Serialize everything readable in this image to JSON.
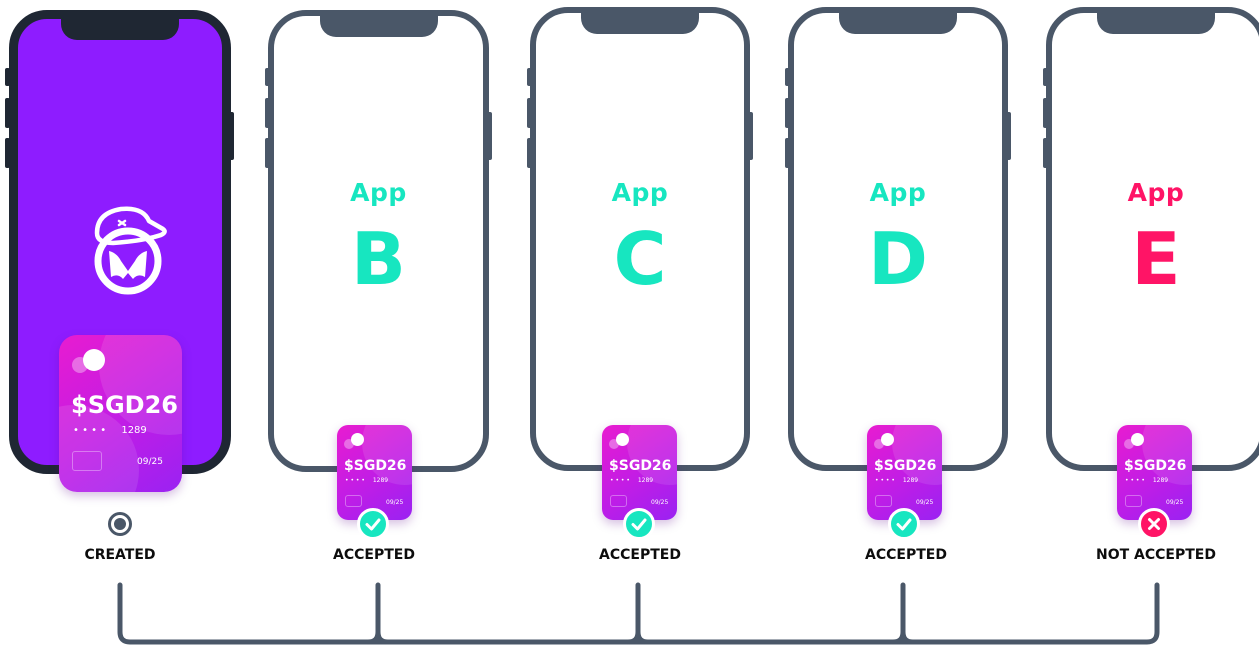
{
  "colors": {
    "accepted": "#17e6c0",
    "rejected": "#ff1466",
    "created_bg": "#8e1cff",
    "frame": "#4a5768"
  },
  "phones": [
    {
      "status": "CREATED",
      "icon": "created-logo-icon"
    },
    {
      "app_word": "App",
      "app_letter": "B",
      "status": "ACCEPTED",
      "icon": "check-icon"
    },
    {
      "app_word": "App",
      "app_letter": "C",
      "status": "ACCEPTED",
      "icon": "check-icon"
    },
    {
      "app_word": "App",
      "app_letter": "D",
      "status": "ACCEPTED",
      "icon": "check-icon"
    },
    {
      "app_word": "App",
      "app_letter": "E",
      "status": "NOT ACCEPTED",
      "icon": "x-icon"
    }
  ],
  "card": {
    "amount": "$SGD26",
    "number_mask": "• • • •",
    "number_last4": "1289",
    "expiry": "09/25"
  }
}
